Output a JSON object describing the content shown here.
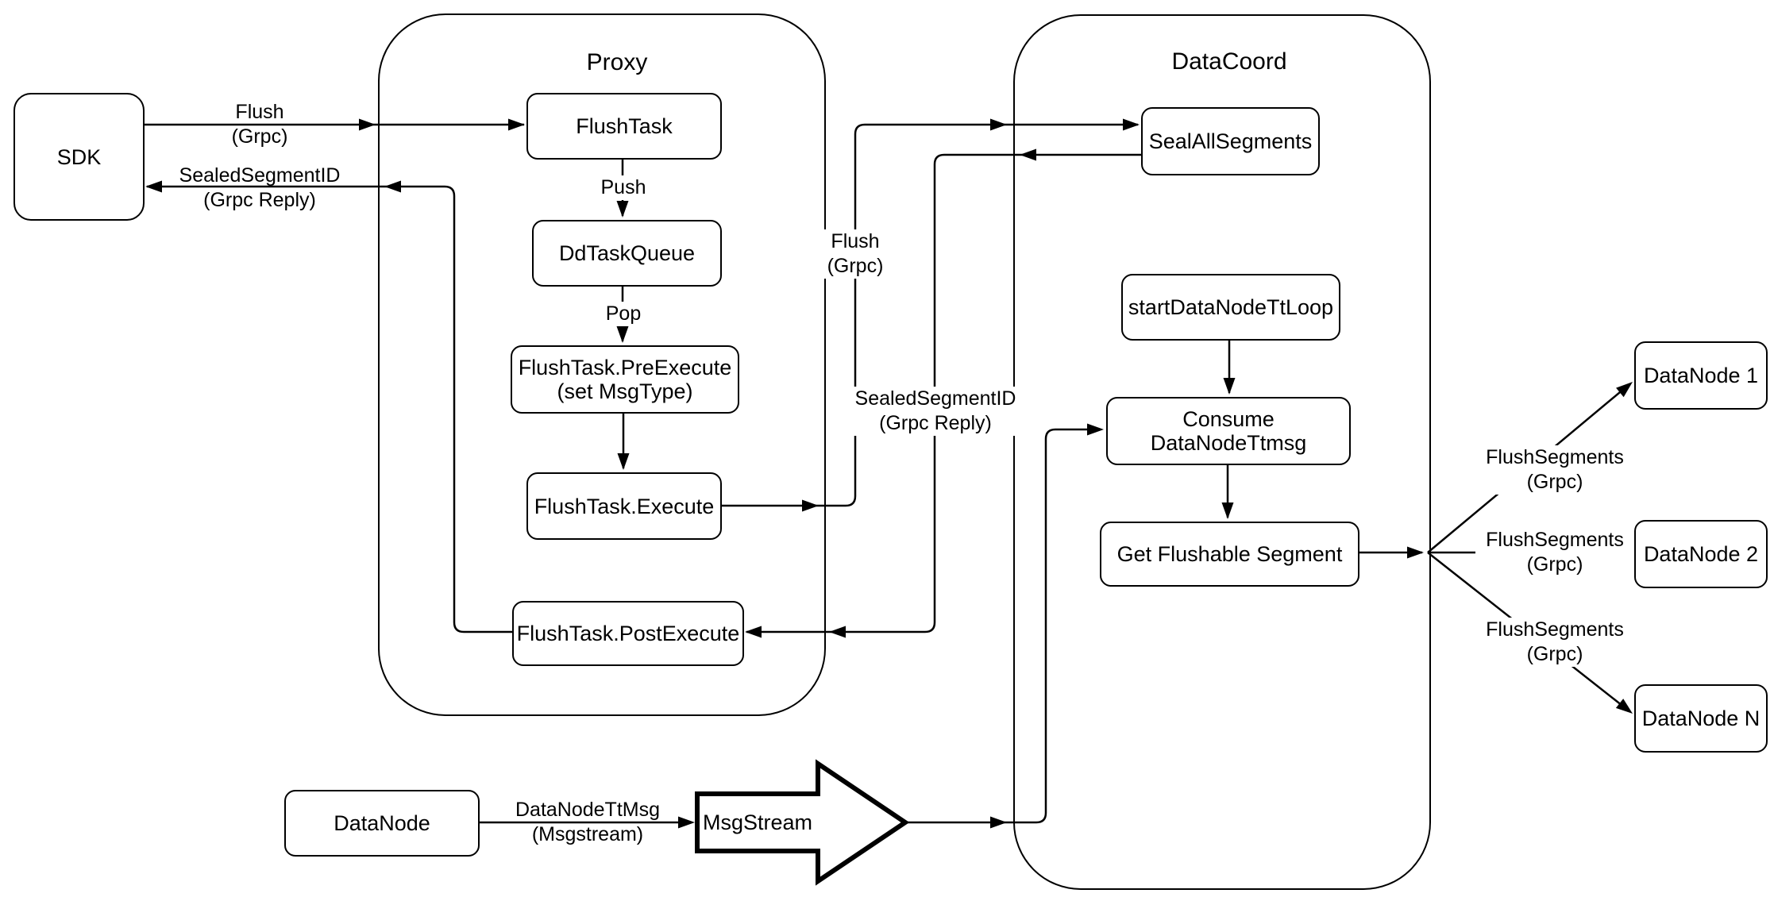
{
  "diagram": {
    "sdk": {
      "label": "SDK"
    },
    "proxy": {
      "title": "Proxy",
      "nodes": {
        "flush_task": "FlushTask",
        "dd_task_queue": "DdTaskQueue",
        "pre_execute_line1": "FlushTask.PreExecute",
        "pre_execute_line2": "(set MsgType)",
        "execute": "FlushTask.Execute",
        "post_execute": "FlushTask.PostExecute"
      }
    },
    "datacoord": {
      "title": "DataCoord",
      "nodes": {
        "seal_all_segments": "SealAllSegments",
        "start_datanode_tt_loop": "startDataNodeTtLoop",
        "consume_datanode_ttmsg": "Consume DataNodeTtmsg",
        "get_flushable_segment": "Get Flushable Segment"
      }
    },
    "datanodes": {
      "node1": "DataNode 1",
      "node2": "DataNode 2",
      "nodeN": "DataNode N"
    },
    "bottom": {
      "datanode": "DataNode",
      "msgstream": "MsgStream"
    },
    "edge_labels": {
      "flush_sdk": {
        "line1": "Flush",
        "line2": "(Grpc)"
      },
      "sealed_sdk": {
        "line1": "SealedSegmentID",
        "line2": "(Grpc Reply)"
      },
      "push": "Push",
      "pop": "Pop",
      "flush_mid": {
        "line1": "Flush",
        "line2": "(Grpc)"
      },
      "sealed_mid": {
        "line1": "SealedSegmentID",
        "line2": "(Grpc Reply)"
      },
      "datanode_ttmsg": {
        "line1": "DataNodeTtMsg",
        "line2": "(Msgstream)"
      },
      "flush_segments_1": {
        "line1": "FlushSegments",
        "line2": "(Grpc)"
      },
      "flush_segments_2": {
        "line1": "FlushSegments",
        "line2": "(Grpc)"
      },
      "flush_segments_3": {
        "line1": "FlushSegments",
        "line2": "(Grpc)"
      }
    },
    "colors": {
      "stroke": "#000000",
      "background": "#ffffff"
    }
  }
}
